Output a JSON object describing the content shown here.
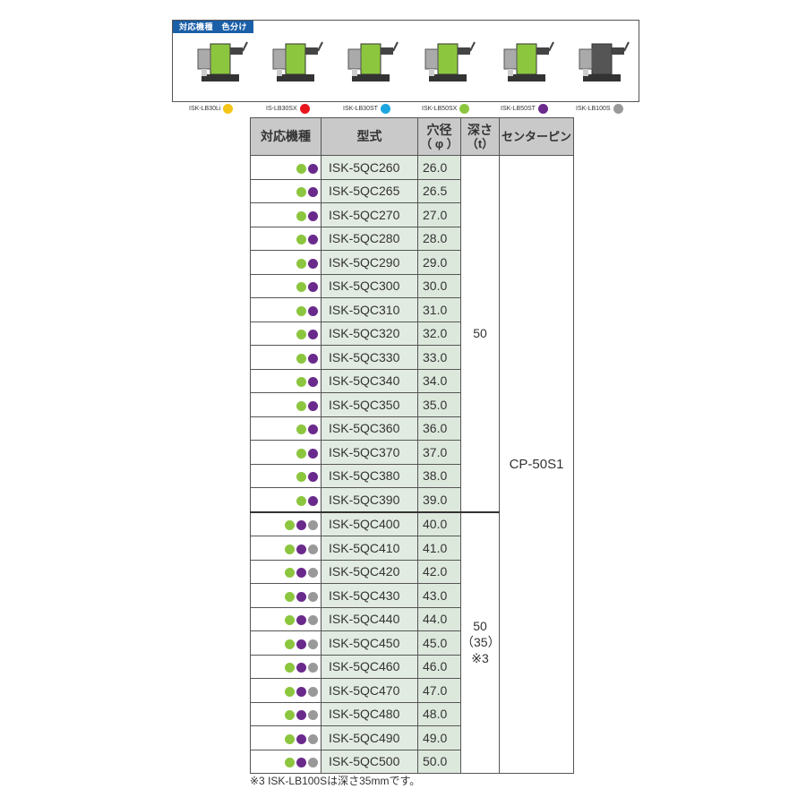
{
  "legend": {
    "title": "対応機種　色分け",
    "machines": [
      {
        "name": "ISK-LB30Li",
        "color": "#f5c518",
        "body": "#8cc63f"
      },
      {
        "name": "IS-LB30SX",
        "color": "#e8141c",
        "body": "#8cc63f"
      },
      {
        "name": "ISK-LB30ST",
        "color": "#1ba6e0",
        "body": "#8cc63f"
      },
      {
        "name": "ISK-LB50SX",
        "color": "#8cc63f",
        "body": "#8cc63f"
      },
      {
        "name": "ISK-LB50ST",
        "color": "#6a2a8c",
        "body": "#8cc63f"
      },
      {
        "name": "ISK-LB100S",
        "color": "#999999",
        "body": "#555555"
      }
    ]
  },
  "colors": {
    "green": "#8cc63f",
    "purple": "#6a2a8c",
    "gray": "#999999"
  },
  "table": {
    "headers": {
      "compat": "対応機種",
      "model": "型式",
      "dia_line1": "穴径",
      "dia_line2": "（ φ ）",
      "depth_line1": "深さ",
      "depth_line2": "（t）",
      "pin": "センターピン"
    },
    "rows": [
      {
        "compat": [
          "green",
          "purple"
        ],
        "model": "ISK-5QC260",
        "dia": "26.0"
      },
      {
        "compat": [
          "green",
          "purple"
        ],
        "model": "ISK-5QC265",
        "dia": "26.5"
      },
      {
        "compat": [
          "green",
          "purple"
        ],
        "model": "ISK-5QC270",
        "dia": "27.0"
      },
      {
        "compat": [
          "green",
          "purple"
        ],
        "model": "ISK-5QC280",
        "dia": "28.0"
      },
      {
        "compat": [
          "green",
          "purple"
        ],
        "model": "ISK-5QC290",
        "dia": "29.0"
      },
      {
        "compat": [
          "green",
          "purple"
        ],
        "model": "ISK-5QC300",
        "dia": "30.0"
      },
      {
        "compat": [
          "green",
          "purple"
        ],
        "model": "ISK-5QC310",
        "dia": "31.0"
      },
      {
        "compat": [
          "green",
          "purple"
        ],
        "model": "ISK-5QC320",
        "dia": "32.0"
      },
      {
        "compat": [
          "green",
          "purple"
        ],
        "model": "ISK-5QC330",
        "dia": "33.0"
      },
      {
        "compat": [
          "green",
          "purple"
        ],
        "model": "ISK-5QC340",
        "dia": "34.0"
      },
      {
        "compat": [
          "green",
          "purple"
        ],
        "model": "ISK-5QC350",
        "dia": "35.0"
      },
      {
        "compat": [
          "green",
          "purple"
        ],
        "model": "ISK-5QC360",
        "dia": "36.0"
      },
      {
        "compat": [
          "green",
          "purple"
        ],
        "model": "ISK-5QC370",
        "dia": "37.0"
      },
      {
        "compat": [
          "green",
          "purple"
        ],
        "model": "ISK-5QC380",
        "dia": "38.0"
      },
      {
        "compat": [
          "green",
          "purple"
        ],
        "model": "ISK-5QC390",
        "dia": "39.0"
      },
      {
        "compat": [
          "green",
          "purple",
          "gray"
        ],
        "model": "ISK-5QC400",
        "dia": "40.0"
      },
      {
        "compat": [
          "green",
          "purple",
          "gray"
        ],
        "model": "ISK-5QC410",
        "dia": "41.0"
      },
      {
        "compat": [
          "green",
          "purple",
          "gray"
        ],
        "model": "ISK-5QC420",
        "dia": "42.0"
      },
      {
        "compat": [
          "green",
          "purple",
          "gray"
        ],
        "model": "ISK-5QC430",
        "dia": "43.0"
      },
      {
        "compat": [
          "green",
          "purple",
          "gray"
        ],
        "model": "ISK-5QC440",
        "dia": "44.0"
      },
      {
        "compat": [
          "green",
          "purple",
          "gray"
        ],
        "model": "ISK-5QC450",
        "dia": "45.0"
      },
      {
        "compat": [
          "green",
          "purple",
          "gray"
        ],
        "model": "ISK-5QC460",
        "dia": "46.0"
      },
      {
        "compat": [
          "green",
          "purple",
          "gray"
        ],
        "model": "ISK-5QC470",
        "dia": "47.0"
      },
      {
        "compat": [
          "green",
          "purple",
          "gray"
        ],
        "model": "ISK-5QC480",
        "dia": "48.0"
      },
      {
        "compat": [
          "green",
          "purple",
          "gray"
        ],
        "model": "ISK-5QC490",
        "dia": "49.0"
      },
      {
        "compat": [
          "green",
          "purple",
          "gray"
        ],
        "model": "ISK-5QC500",
        "dia": "50.0"
      }
    ],
    "depth_groups": [
      {
        "lines": [
          "50"
        ],
        "rowspan": 15
      },
      {
        "lines": [
          "50",
          "（35）",
          "※3"
        ],
        "rowspan": 11
      }
    ],
    "pin": "CP-50S1"
  },
  "note": "※3 ISK-LB100Sは深さ35mmです。"
}
